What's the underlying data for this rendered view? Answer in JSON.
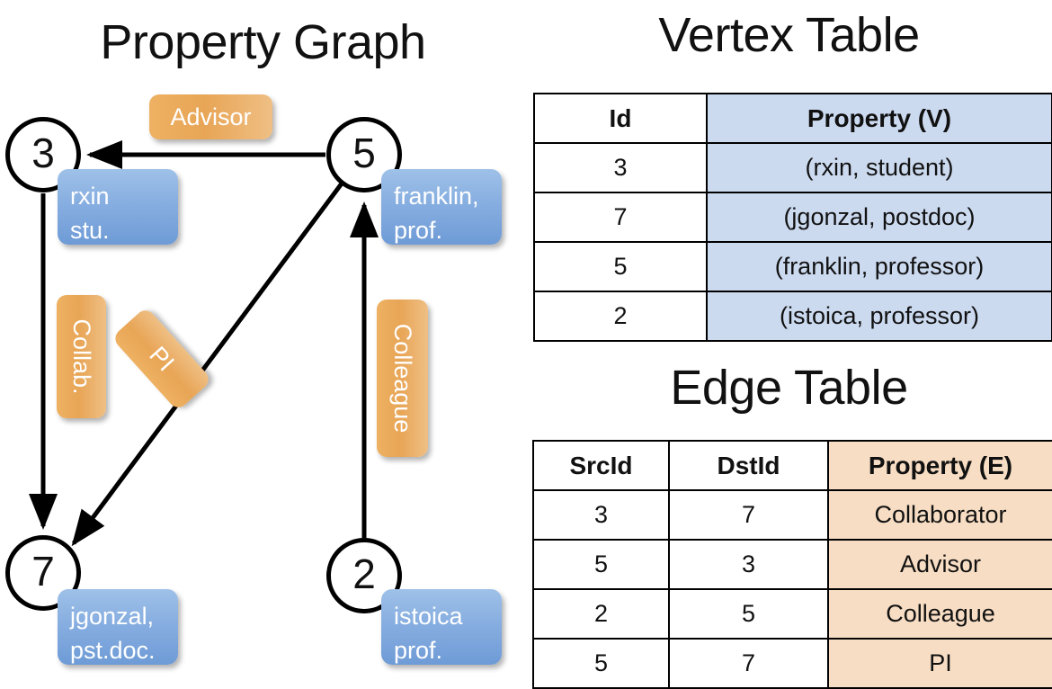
{
  "titles": {
    "property_graph": "Property Graph",
    "vertex_table": "Vertex Table",
    "edge_table": "Edge Table"
  },
  "colors": {
    "vertex_property_fill": "#ccdaf0",
    "edge_property_fill": "#f7ddc3",
    "vertex_callout": "#86ade0",
    "edge_callout": "#e8a556",
    "outline": "#000000",
    "background": "#ffffff"
  },
  "graph": {
    "nodes": [
      {
        "id": "3",
        "property_lines": [
          "rxin",
          "stu."
        ]
      },
      {
        "id": "5",
        "property_lines": [
          "franklin,",
          "prof."
        ]
      },
      {
        "id": "7",
        "property_lines": [
          "jgonzal,",
          "pst.doc."
        ]
      },
      {
        "id": "2",
        "property_lines": [
          "istoica",
          "prof."
        ]
      }
    ],
    "edge_labels": [
      {
        "name": "advisor",
        "text": "Advisor"
      },
      {
        "name": "collaborator",
        "text": "Collab."
      },
      {
        "name": "pi",
        "text": "PI"
      },
      {
        "name": "colleague",
        "text": "Colleague"
      }
    ]
  },
  "vertex_table": {
    "columns": [
      "Id",
      "Property (V)"
    ],
    "rows": [
      {
        "id": "3",
        "property": "(rxin, student)"
      },
      {
        "id": "7",
        "property": "(jgonzal, postdoc)"
      },
      {
        "id": "5",
        "property": "(franklin, professor)"
      },
      {
        "id": "2",
        "property": "(istoica, professor)"
      }
    ]
  },
  "edge_table": {
    "columns": [
      "SrcId",
      "DstId",
      "Property (E)"
    ],
    "rows": [
      {
        "src": "3",
        "dst": "7",
        "property": "Collaborator"
      },
      {
        "src": "5",
        "dst": "3",
        "property": "Advisor"
      },
      {
        "src": "2",
        "dst": "5",
        "property": "Colleague"
      },
      {
        "src": "5",
        "dst": "7",
        "property": "PI"
      }
    ]
  }
}
